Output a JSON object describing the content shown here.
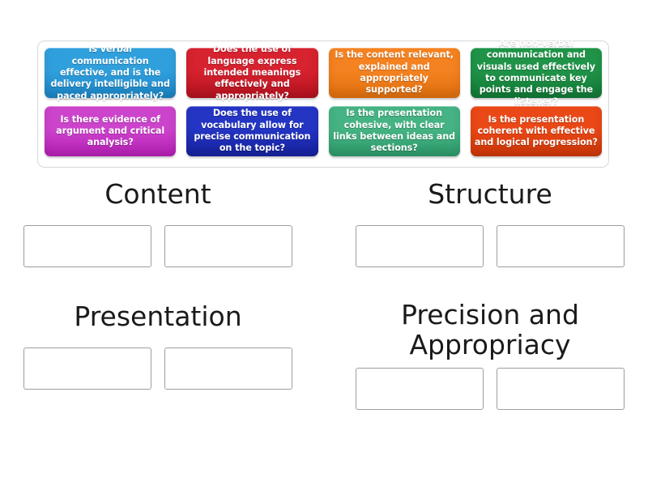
{
  "activity": {
    "type": "group-sort",
    "tile_tray_label": "draggable-answer-tiles"
  },
  "tiles": [
    {
      "id": "tile-1",
      "text": "Is verbal communication effective, and is the delivery intelligible and paced appropriately?",
      "color": "#30a0dd",
      "color_dark": "#1b85c6",
      "row": 1,
      "col": 1
    },
    {
      "id": "tile-2",
      "text": "Does the use of language express intended meanings effectively and appropriately?",
      "color": "#d7222f",
      "color_dark": "#b5121f",
      "row": 1,
      "col": 2
    },
    {
      "id": "tile-3",
      "text": "Is the content relevant, explained and appropriately supported?",
      "color": "#f58220",
      "color_dark": "#e2700e",
      "row": 1,
      "col": 3
    },
    {
      "id": "tile-4",
      "text": "Are non-verbal communication and visuals used effectively to communicate key points and engage the listener?",
      "color": "#1f9448",
      "color_dark": "#127a37",
      "row": 1,
      "col": 4
    },
    {
      "id": "tile-5",
      "text": "Is there evidence of argument and critical analysis?",
      "color": "#cc44cc",
      "color_dark": "#b81fb8",
      "row": 2,
      "col": 1
    },
    {
      "id": "tile-6",
      "text": "Does the use of vocabulary allow for precise communication on the topic?",
      "color": "#2435c4",
      "color_dark": "#1622a0",
      "row": 2,
      "col": 2
    },
    {
      "id": "tile-7",
      "text": "Is the presentation cohesive, with clear links between ideas and sections?",
      "color": "#45b383",
      "color_dark": "#2e9c6c",
      "row": 2,
      "col": 3
    },
    {
      "id": "tile-8",
      "text": "Is the presentation coherent with effective and logical progression?",
      "color": "#ea4816",
      "color_dark": "#cf3708",
      "row": 2,
      "col": 4
    }
  ],
  "categories": [
    {
      "id": "category-content",
      "title": "Content",
      "lines": 1,
      "slots": [
        "",
        ""
      ]
    },
    {
      "id": "category-structure",
      "title": "Structure",
      "lines": 1,
      "slots": [
        "",
        ""
      ]
    },
    {
      "id": "category-presentation",
      "title": "Presentation",
      "lines": 1,
      "slots": [
        "",
        ""
      ]
    },
    {
      "id": "category-precision-and-appropriacy",
      "title": "Precision and Appropriacy",
      "lines": 2,
      "slots": [
        "",
        ""
      ]
    }
  ],
  "palette": {
    "page_background": "#ffffff",
    "tray_border": "#d8d8d8",
    "slot_border": "#9e9e9e",
    "title_text": "#1a1a1a",
    "tile_text": "#ffffff"
  }
}
